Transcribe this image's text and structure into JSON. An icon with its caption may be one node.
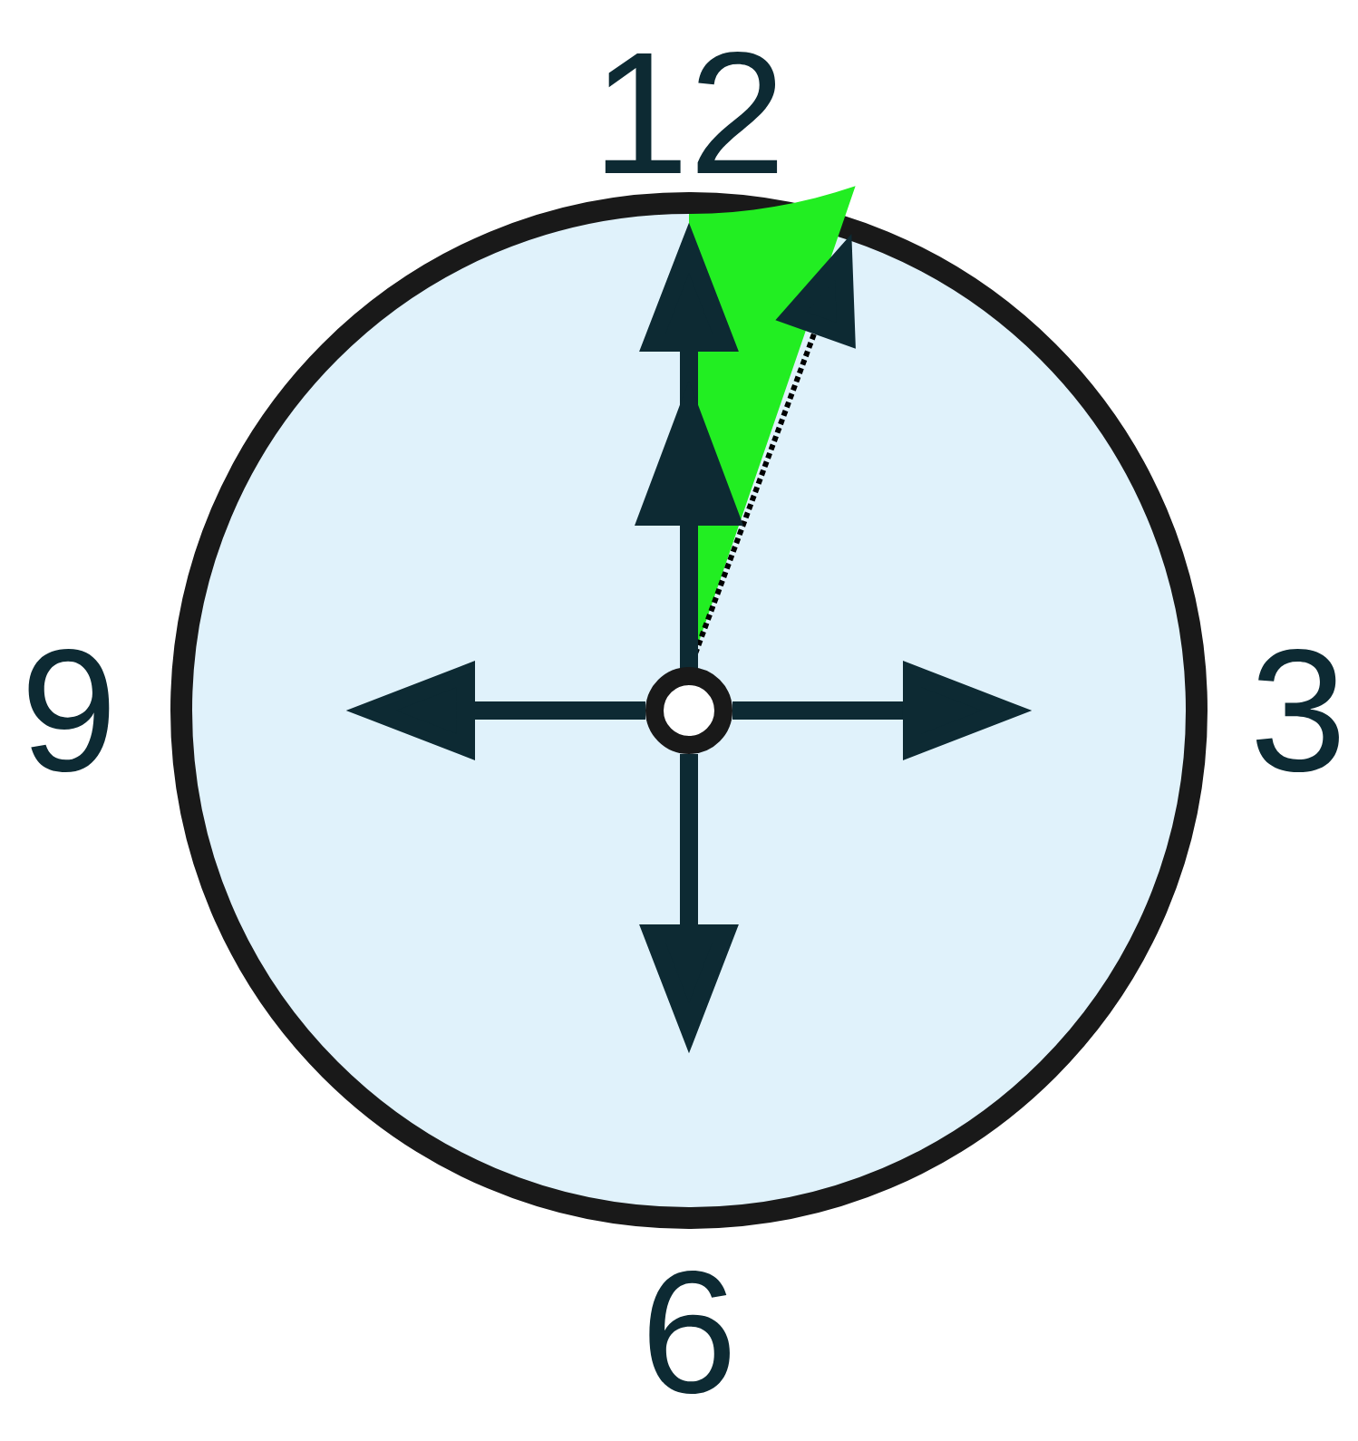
{
  "diagram": {
    "labels": [
      "12",
      "9",
      "3",
      "6"
    ]
  }
}
